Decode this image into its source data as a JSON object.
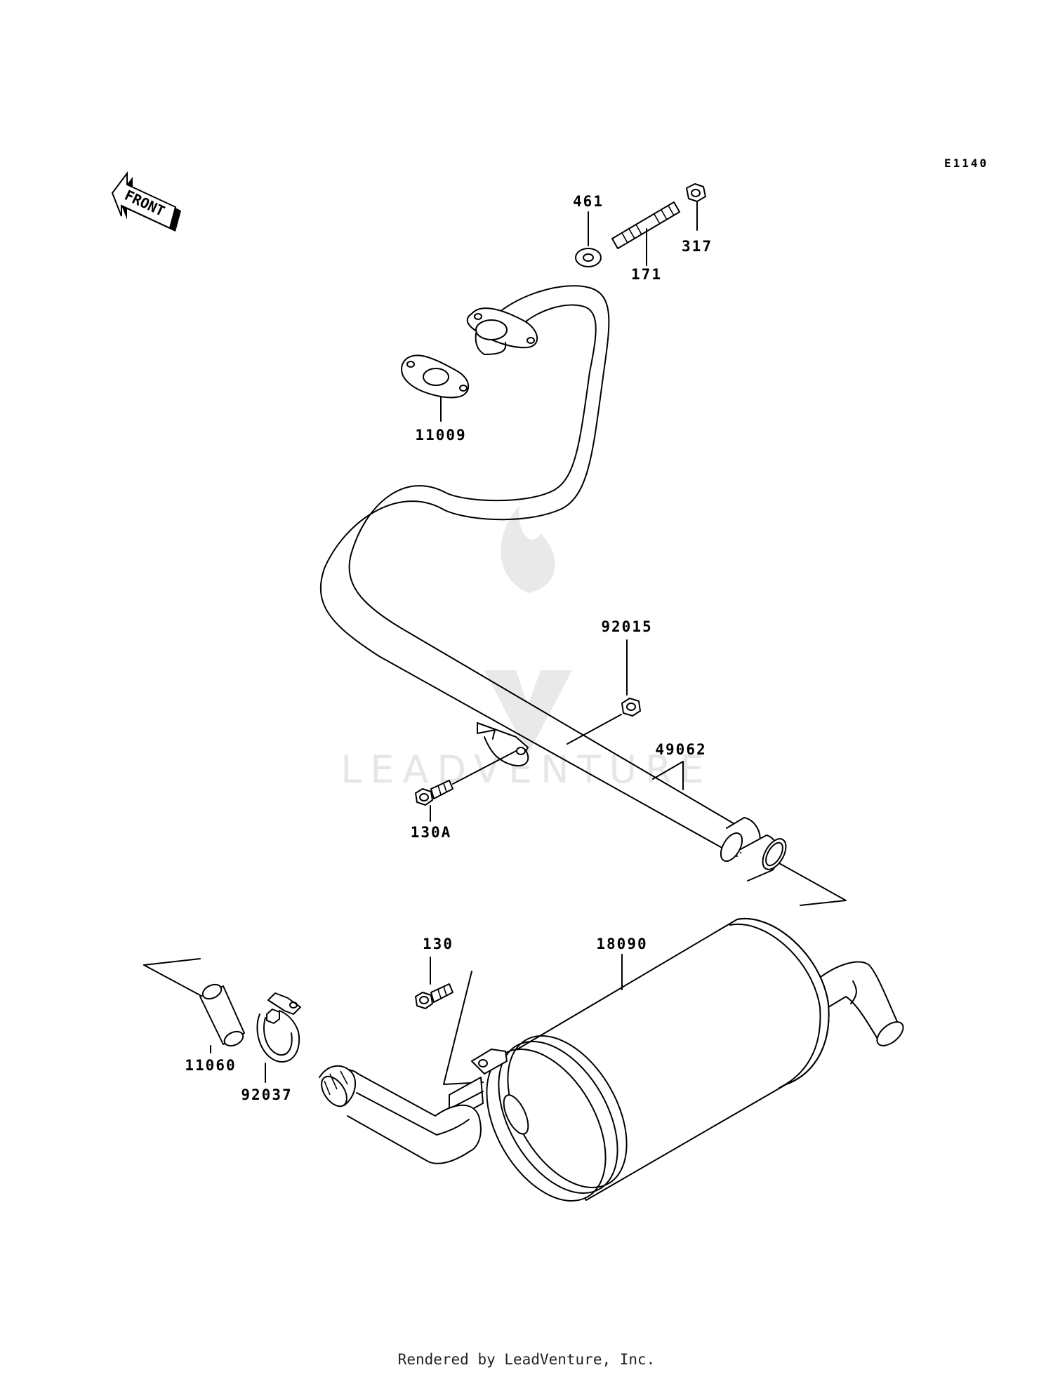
{
  "diagram_code": "E1140",
  "front_arrow": {
    "label": "FRONT",
    "icon": "front-direction-arrow-icon"
  },
  "watermark": {
    "text": "LEADVENTURE",
    "icon": "leadventure-flame-logo-icon"
  },
  "parts": {
    "p461": "461",
    "p171": "171",
    "p317": "317",
    "p11009": "11009",
    "p92015": "92015",
    "p49062": "49062",
    "p130A": "130A",
    "p130": "130",
    "p18090": "18090",
    "p11060": "11060",
    "p92037": "92037"
  },
  "footer": {
    "text": "Rendered by LeadVenture, Inc."
  }
}
